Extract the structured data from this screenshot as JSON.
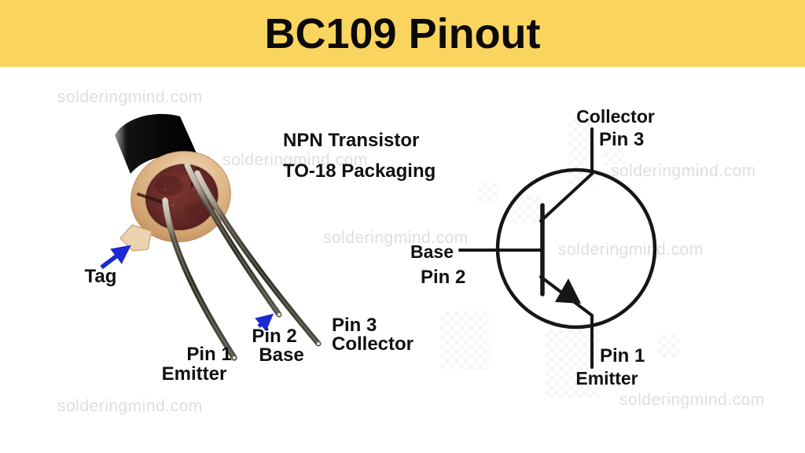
{
  "header": {
    "title": "BC109 Pinout"
  },
  "photo": {
    "caption_line1": "NPN Transistor",
    "caption_line2": "TO-18 Packaging",
    "labels": {
      "tag": "Tag",
      "pin1": "Pin 1",
      "pin1_name": "Emitter",
      "pin2": "Pin 2",
      "pin2_name": "Base",
      "pin3": "Pin 3",
      "pin3_name": "Collector"
    }
  },
  "schematic": {
    "labels": {
      "collector": "Collector",
      "collector_pin": "Pin 3",
      "base": "Base",
      "base_pin": "Pin 2",
      "emitter": "Emitter",
      "emitter_pin": "Pin 1"
    }
  },
  "watermark": {
    "text": "solderingmind.com"
  },
  "colors": {
    "banner_yellow": "#F9D55F",
    "arrow_blue": "#1B2AD1",
    "line_black": "#161616",
    "watermark_gray": "#D9D9D9"
  }
}
